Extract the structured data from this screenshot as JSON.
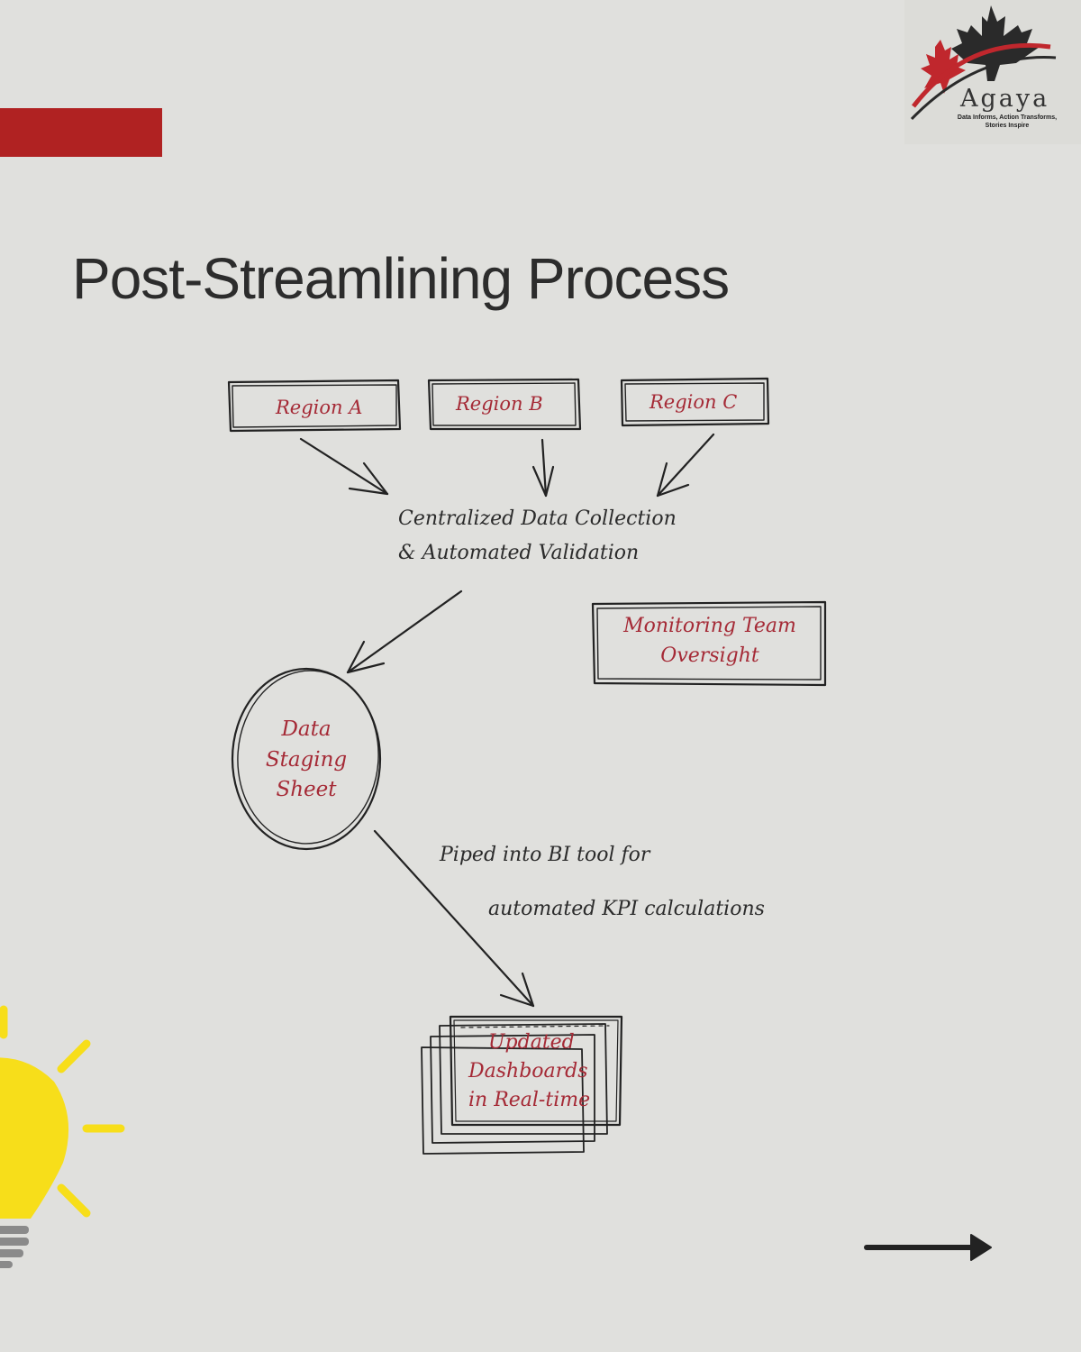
{
  "title": "Post-Streamlining Process",
  "logo": {
    "name": "Agaya",
    "tagline": "Data Informs, Action Transforms, Stories Inspire",
    "colors": {
      "red": "#c0272d",
      "black": "#2a2a2a"
    }
  },
  "diagram": {
    "regions": [
      {
        "label": "Region A"
      },
      {
        "label": "Region B"
      },
      {
        "label": "Region C"
      }
    ],
    "collection": {
      "line1": "Centralized Data Collection",
      "line2": "& Automated Validation"
    },
    "monitoring": {
      "line1": "Monitoring Team",
      "line2": "Oversight"
    },
    "staging": {
      "line1": "Data",
      "line2": "Staging",
      "line3": "Sheet"
    },
    "pipeline_note": {
      "line1": "Piped into BI tool for",
      "line2": "automated KPI calculations"
    },
    "dashboards": {
      "line1": "Updated",
      "line2": "Dashboards",
      "line3": "in Real-time"
    }
  },
  "decor": {
    "bulb_icon": "lightbulb-icon",
    "next_icon": "arrow-right-icon",
    "accent_red": "#b02222",
    "bulb_yellow": "#f7de1a",
    "label_red": "#a52a36"
  }
}
